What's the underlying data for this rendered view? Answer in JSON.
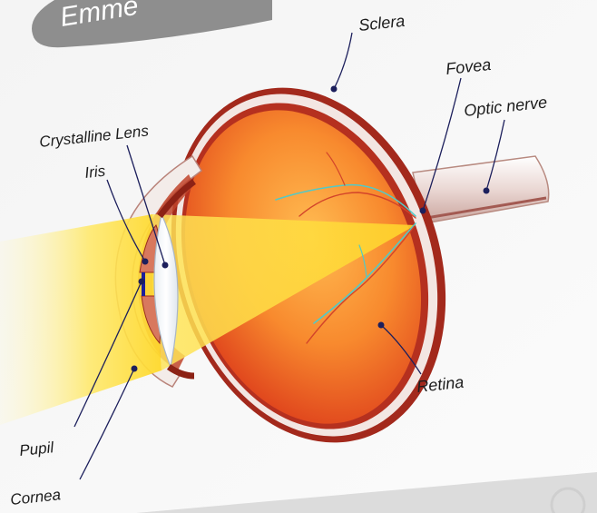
{
  "title_badge": {
    "text": "Emme"
  },
  "labels": {
    "sclera": "Sclera",
    "fovea": "Fovea",
    "optic_nerve": "Optic nerve",
    "crystalline_lens": "Crystalline Lens",
    "iris": "Iris",
    "retina": "Retina",
    "pupil": "Pupil",
    "cornea": "Cornea"
  },
  "colors": {
    "sclera": "#f3e6e2",
    "choroid": "#a1261a",
    "vitreous_center": "#ffb24a",
    "vitreous_edge": "#e2451c",
    "light_beam": "#ffe34d",
    "leader_lines": "#1c1f5c",
    "badge": "#8e8e8e"
  }
}
